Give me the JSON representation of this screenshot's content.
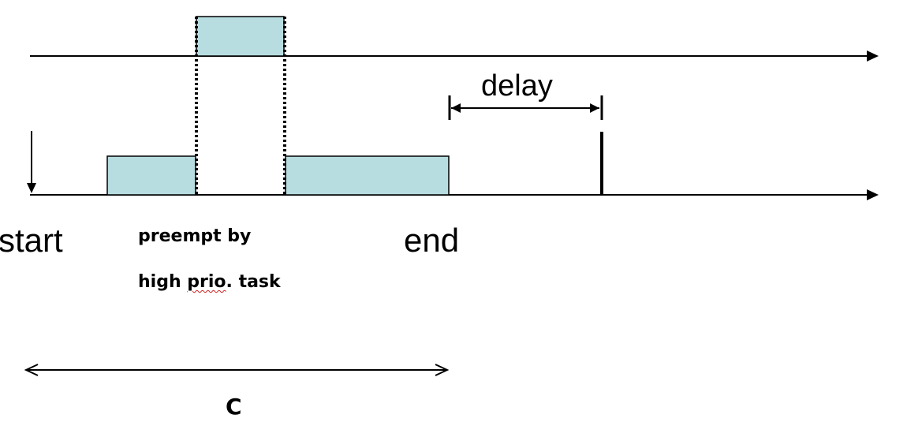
{
  "diagram": {
    "labels": {
      "start": "start",
      "end": "end",
      "delay": "delay",
      "preempt_line1": "preempt by",
      "preempt_line2_a": "high ",
      "preempt_line2_b": "prio",
      "preempt_line2_c": ". task",
      "c": "C"
    },
    "colors": {
      "task_fill": "#b7dde1",
      "stroke": "#000000",
      "spellcheck": "#d02020"
    }
  }
}
